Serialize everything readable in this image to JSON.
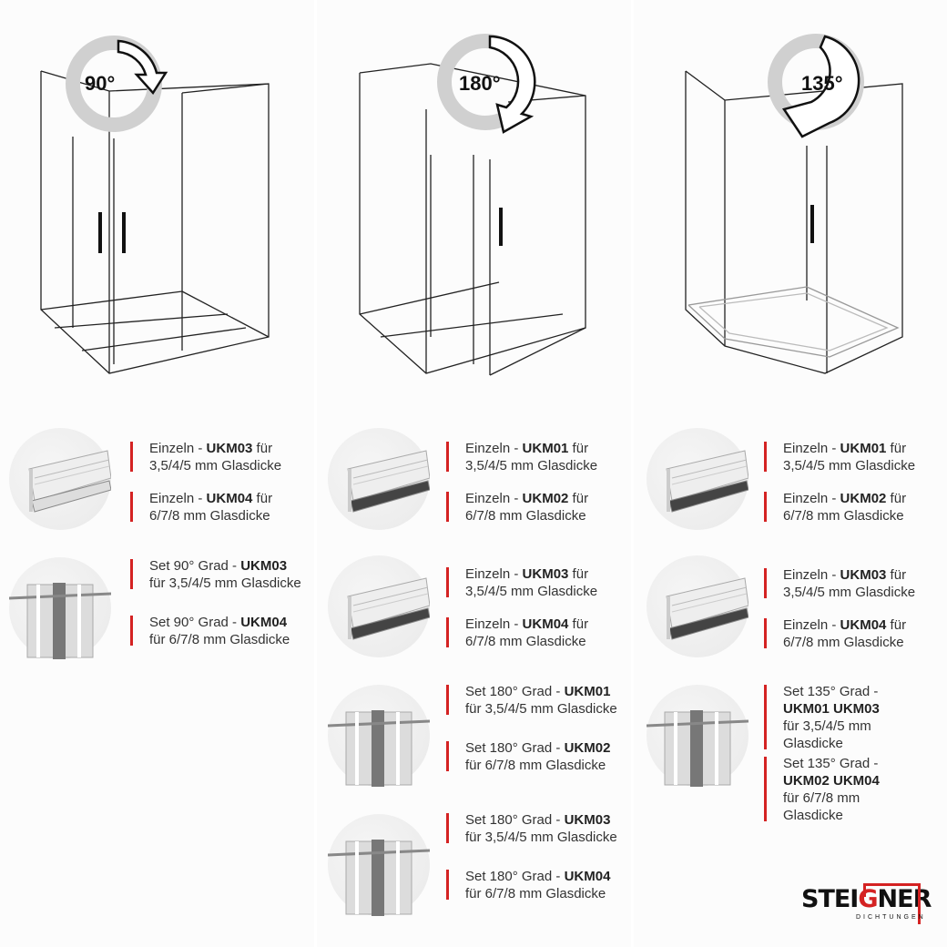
{
  "diagrams": [
    {
      "angle": "90°"
    },
    {
      "angle": "180°"
    },
    {
      "angle": "135°"
    }
  ],
  "columns": [
    {
      "items": [
        {
          "pre": "Einzeln - ",
          "code": "UKM03",
          "post": " für 3,5/4/5 mm Glasdicke"
        },
        {
          "pre": "Einzeln - ",
          "code": "UKM04",
          "post": " für 6/7/8 mm Glasdicke"
        },
        {
          "pre": "Set 90° Grad - ",
          "code": "UKM03",
          "post": " für 3,5/4/5 mm Glasdicke"
        },
        {
          "pre": "Set 90° Grad - ",
          "code": "UKM04",
          "post": " für 6/7/8 mm Glasdicke"
        }
      ]
    },
    {
      "items": [
        {
          "pre": "Einzeln - ",
          "code": "UKM01",
          "post": " für 3,5/4/5 mm Glasdicke"
        },
        {
          "pre": "Einzeln - ",
          "code": "UKM02",
          "post": " für 6/7/8 mm Glasdicke"
        },
        {
          "pre": "Einzeln - ",
          "code": "UKM03",
          "post": " für 3,5/4/5 mm Glasdicke"
        },
        {
          "pre": "Einzeln - ",
          "code": "UKM04",
          "post": " für 6/7/8 mm Glasdicke"
        },
        {
          "pre": "Set 180° Grad - ",
          "code": "UKM01",
          "post": " für 3,5/4/5 mm Glasdicke"
        },
        {
          "pre": "Set 180° Grad - ",
          "code": "UKM02",
          "post": " für 6/7/8 mm Glasdicke"
        },
        {
          "pre": "Set 180° Grad - ",
          "code": "UKM03",
          "post": " für 3,5/4/5 mm Glasdicke"
        },
        {
          "pre": "Set 180° Grad - ",
          "code": "UKM04",
          "post": " für 6/7/8 mm Glasdicke"
        }
      ]
    },
    {
      "items": [
        {
          "pre": "Einzeln - ",
          "code": "UKM01",
          "post": " für 3,5/4/5 mm Glasdicke"
        },
        {
          "pre": "Einzeln - ",
          "code": "UKM02",
          "post": " für 6/7/8 mm Glasdicke"
        },
        {
          "pre": "Einzeln - ",
          "code": "UKM03",
          "post": " für 3,5/4/5 mm Glasdicke"
        },
        {
          "pre": "Einzeln - ",
          "code": "UKM04",
          "post": " für 6/7/8 mm Glasdicke"
        },
        {
          "pre": "Set 135° Grad - ",
          "code": "UKM01 UKM03",
          "post": " für 3,5/4/5 mm Glasdicke"
        },
        {
          "pre": "Set 135° Grad - ",
          "code": "UKM02 UKM04",
          "post": " für 6/7/8 mm Glasdicke"
        }
      ]
    }
  ],
  "logo": {
    "name_a": "STEI",
    "name_g": "G",
    "name_b": "NER",
    "tagline": "DICHTUNGEN"
  },
  "colors": {
    "accent": "#d42222",
    "text": "#333333"
  }
}
